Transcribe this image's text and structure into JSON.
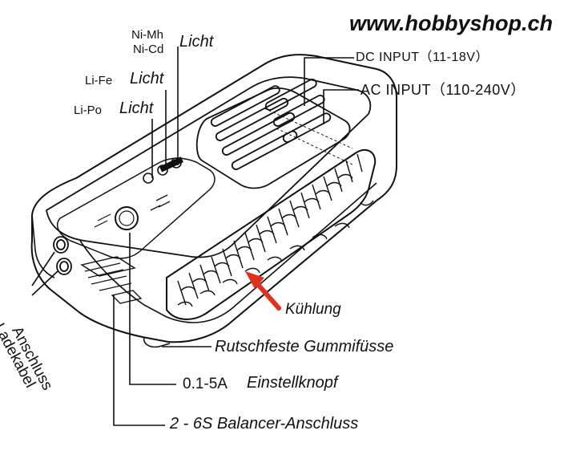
{
  "website": "www.hobbyshop.ch",
  "labels": {
    "nimh": "Ni-Mh",
    "nicd": "Ni-Cd",
    "licht1": "Licht",
    "life": "Li-Fe",
    "licht2": "Licht",
    "lipo": "Li-Po",
    "licht3": "Licht",
    "dc_input": "DC INPUT（11-18V）",
    "ac_input": "AC INPUT（110-240V）",
    "kuhlung": "Kühlung",
    "rutsch": "Rutschfeste Gummifüsse",
    "knob_range": "0.1-5A",
    "knob_name": "Einstellknopf",
    "balancer": "2 - 6S Balancer-Anschluss",
    "anschluss": "Anschluss",
    "ladekabel": "Ladekabel"
  },
  "colors": {
    "ink": "#111111",
    "arrow": "#e0311e",
    "body_fill": "#ffffff"
  }
}
